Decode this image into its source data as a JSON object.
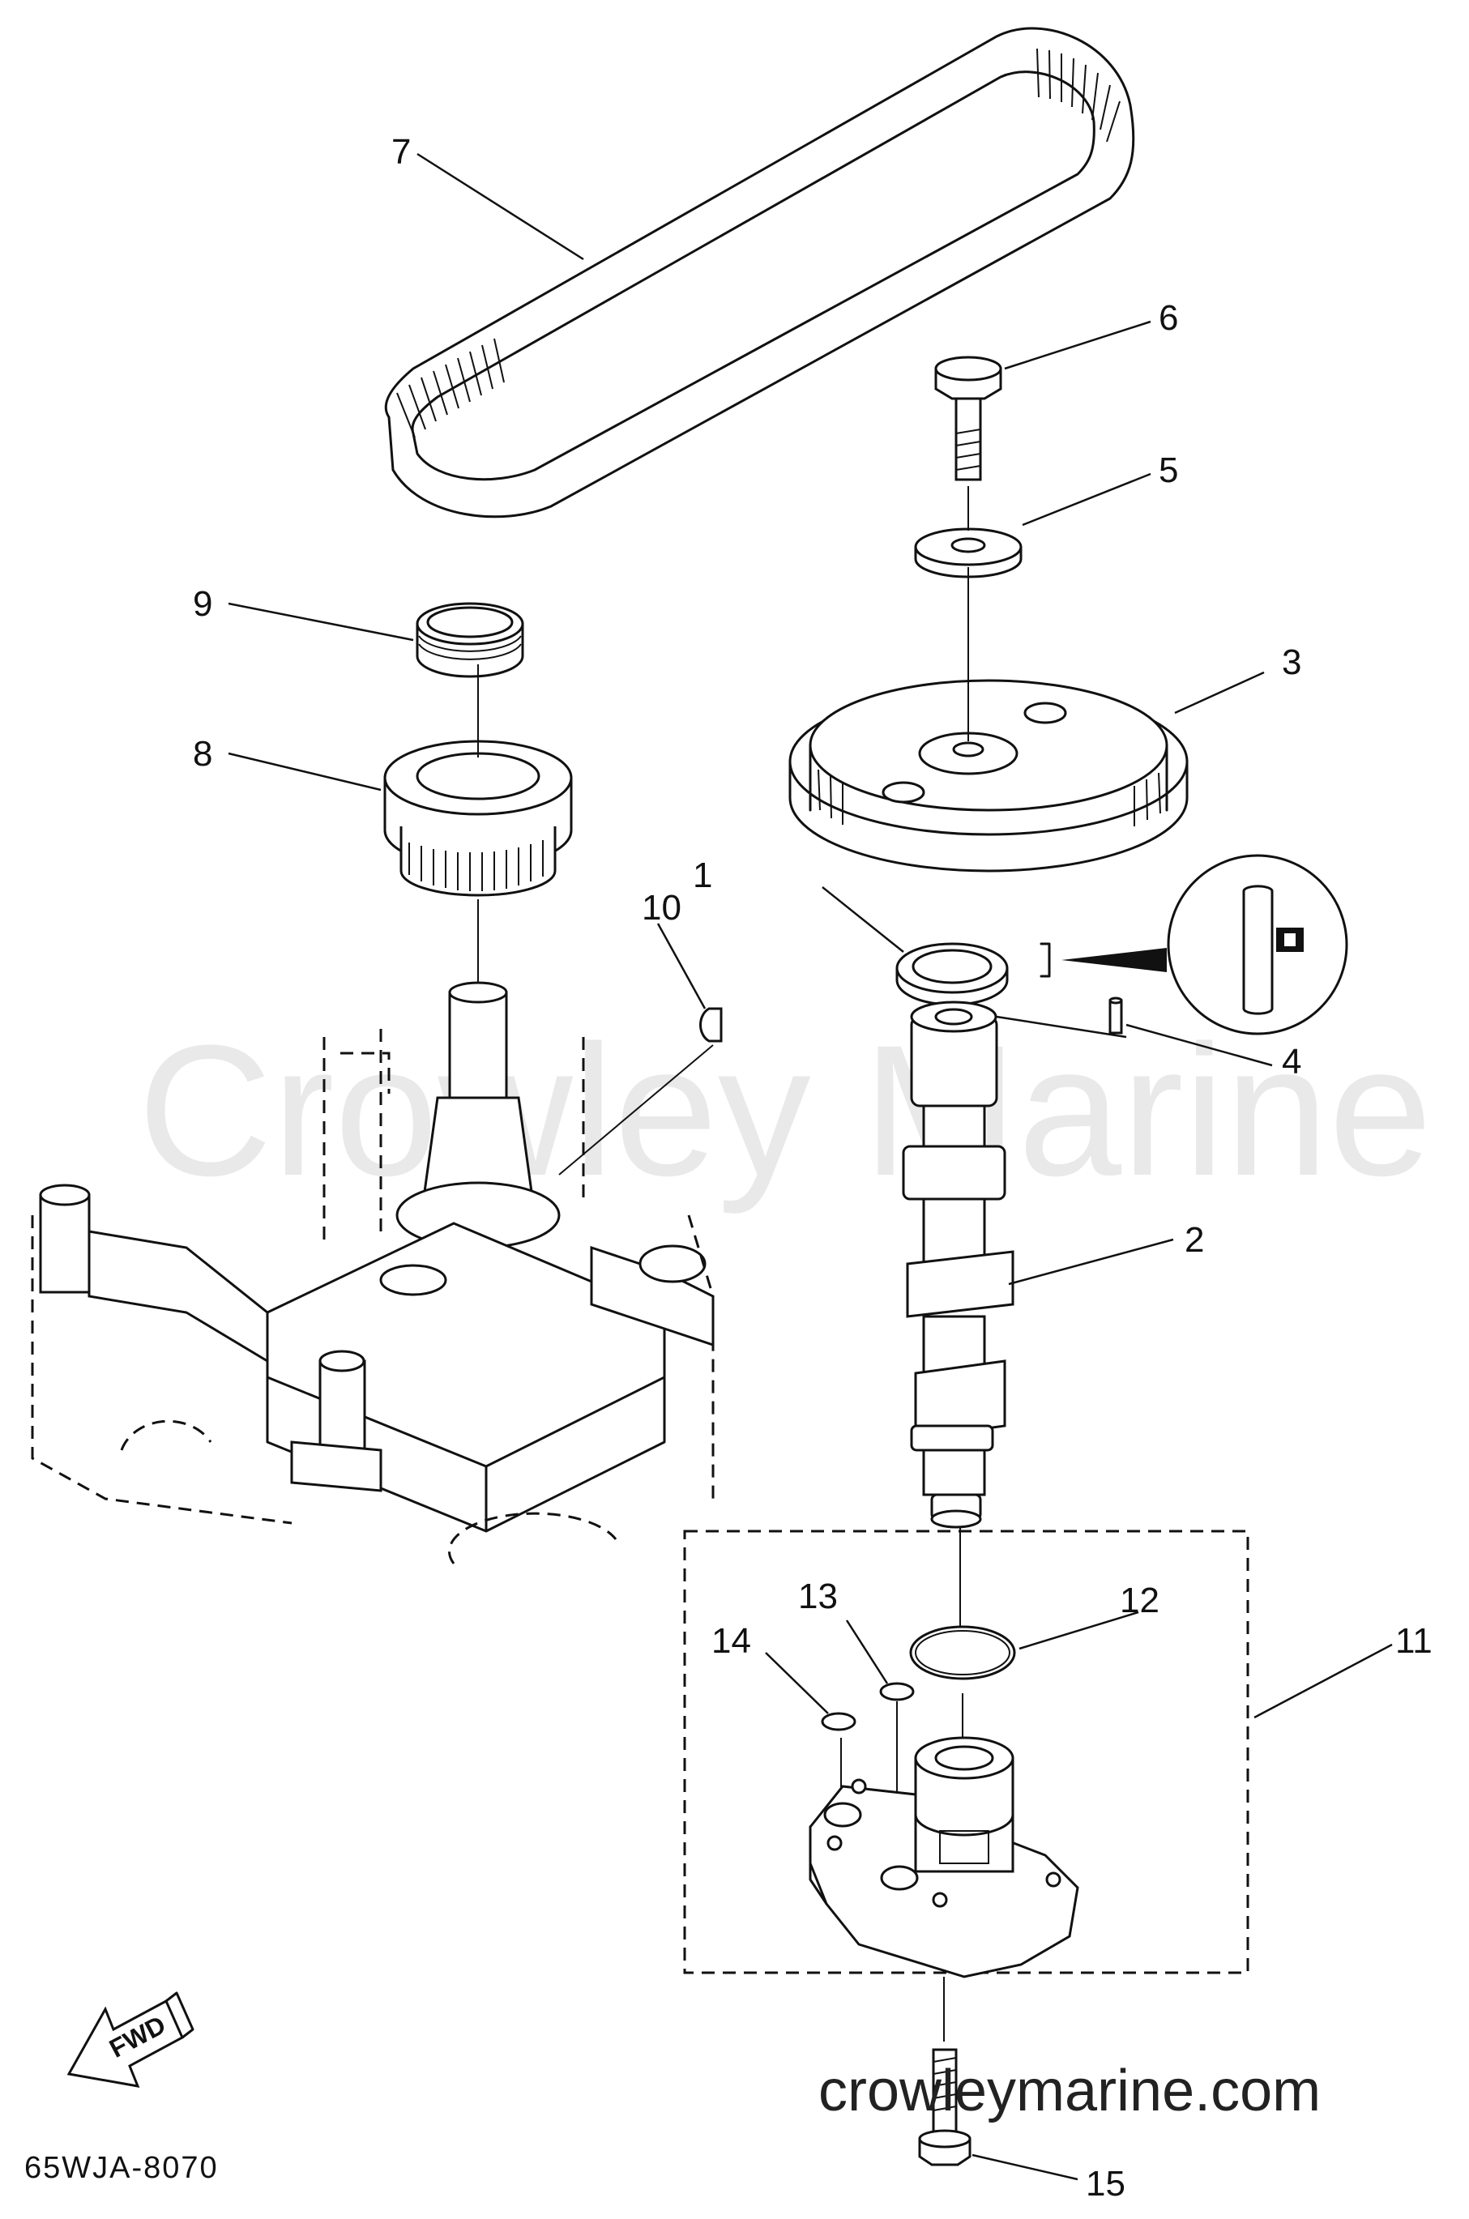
{
  "watermark": {
    "main": "Crowley Marine",
    "url": "crowleymarine.com"
  },
  "diagram_code": "65WJA-8070",
  "fwd_label": "FWD",
  "callouts": [
    "1",
    "2",
    "3",
    "4",
    "5",
    "6",
    "7",
    "8",
    "9",
    "10",
    "11",
    "12",
    "13",
    "14",
    "15"
  ]
}
